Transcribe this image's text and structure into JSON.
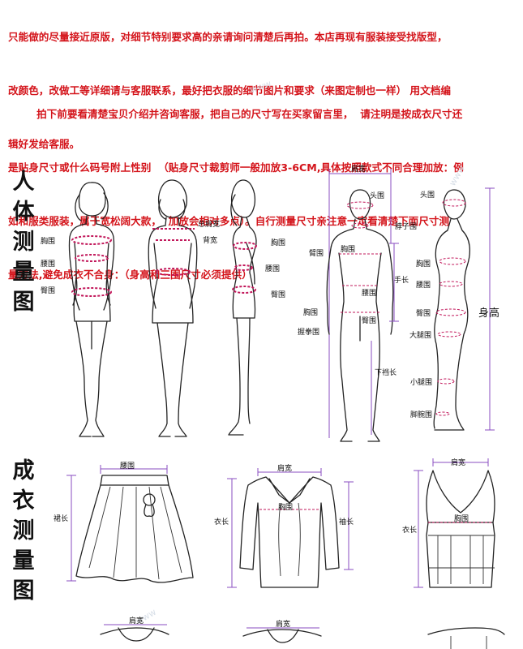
{
  "intro": {
    "para1_lines": [
      "只能做的尽量接近原版，对细节特别要求高的亲请询问清楚后再拍。本店再现有服装接受找版型，",
      "改颜色，改做工等详细请与客服联系，最好把衣服的细节图片和要求（来图定制也一样） 用文档编",
      "辑好发给客服。"
    ],
    "para2_lines": [
      "        拍下前要看清楚宝贝介绍并咨询客服，把自己的尺寸写在买家留言里，  请注明是按成衣尺寸还",
      "是贴身尺寸或什么码号附上性别  （贴身尺寸裁剪师一般加放3-6CM,具体按照款式不同合理加放：例",
      "如和服类服装，属于宽松阔大款，  加放会相对多点）。自行测量尺寸亲注意一定看清楚下面尺寸测",
      "量方法,避免成衣不合身：（身高和三围尺寸必须提供）"
    ]
  },
  "section_body": {
    "title_chars": [
      "人",
      "体",
      "测",
      "量",
      "图"
    ],
    "front_labels": {
      "bust": "胸围",
      "waist": "腰围",
      "hip": "臀围"
    },
    "back_labels": {
      "total_shoulder": "总肩宽",
      "back_width": "背宽"
    },
    "side_labels": {
      "bust": "胸围",
      "waist": "腰围",
      "hip": "臀围"
    },
    "diagram_front": {
      "shoulder": "肩宽",
      "head": "头围",
      "neck": "脖子围",
      "bust": "胸围",
      "arm": "臂围",
      "waist": "腰围",
      "hand_length": "手长",
      "hip": "臀围",
      "chest": "胸围",
      "fist": "握拳围",
      "inseam": "下裆长"
    },
    "diagram_side": {
      "head": "头围",
      "bust": "胸围",
      "waist": "腰围",
      "hip": "臀围",
      "thigh": "大腿围",
      "calf": "小腿围",
      "ankle": "脚腕围",
      "height": "身高"
    }
  },
  "section_garment": {
    "title_chars": [
      "成",
      "衣",
      "测",
      "量",
      "图"
    ],
    "skirt": {
      "waist": "腰围",
      "length": "裙长"
    },
    "jacket": {
      "shoulder": "肩宽",
      "bust": "胸围",
      "length": "衣长",
      "sleeve": "袖长"
    },
    "vest": {
      "shoulder": "肩宽",
      "bust": "胸围",
      "length": "衣长"
    },
    "bottom_row": {
      "left_shoulder": "肩宽",
      "mid_shoulder": "肩宽"
    }
  },
  "colors": {
    "intro_text": "#d4141b",
    "band": "#c2185b",
    "measure_line": "#8a4cc0"
  }
}
